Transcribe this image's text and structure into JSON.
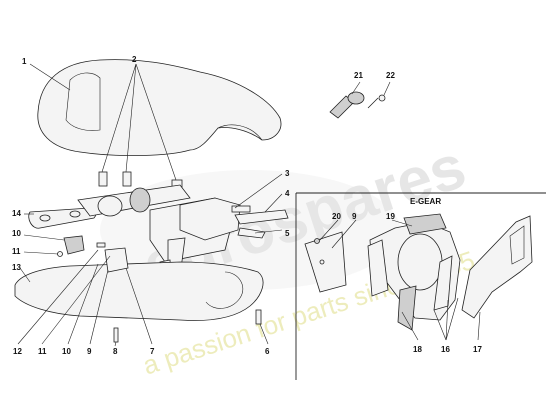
{
  "inset": {
    "title": "E-GEAR"
  },
  "watermark": {
    "brand": "eurospares",
    "tagline": "a passion for parts since 1985"
  },
  "callouts": {
    "c1": "1",
    "c2": "2",
    "c3": "3",
    "c4": "4",
    "c5": "5",
    "c6": "6",
    "c7": "7",
    "c8": "8",
    "c9a": "9",
    "c10a": "10",
    "c10b": "10",
    "c11a": "11",
    "c11b": "11",
    "c12": "12",
    "c13": "13",
    "c14": "14",
    "c21": "21",
    "c22": "22",
    "c9b": "9",
    "c16": "16",
    "c17": "17",
    "c18": "18",
    "c19": "19",
    "c20": "20"
  }
}
